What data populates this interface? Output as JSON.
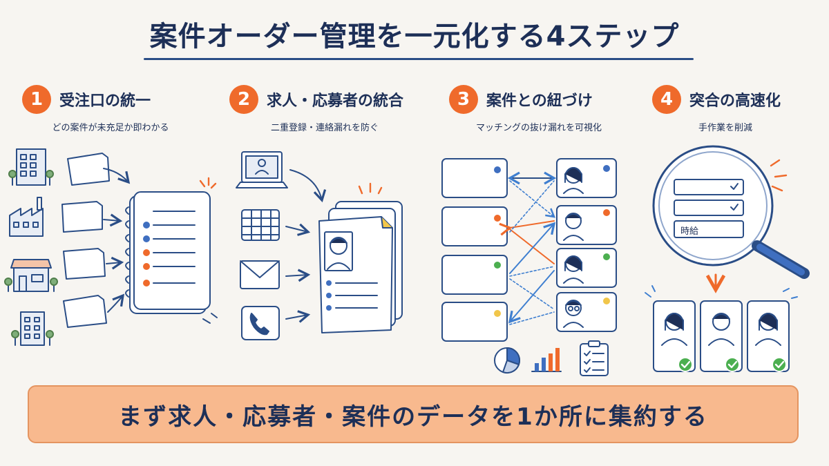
{
  "title": "案件オーダー管理を一元化する4ステップ",
  "steps": [
    {
      "num": "1",
      "title": "受注口の統一",
      "subtitle": "どの案件が未充足か即わかる"
    },
    {
      "num": "2",
      "title": "求人・応募者の統合",
      "subtitle": "二重登録・連絡漏れを防ぐ"
    },
    {
      "num": "3",
      "title": "案件との紐づけ",
      "subtitle": "マッチングの抜け漏れを可視化"
    },
    {
      "num": "4",
      "title": "突合の高速化",
      "subtitle": "手作業を削減"
    }
  ],
  "step4_field_label": "時給",
  "banner": "まず求人・応募者・案件のデータを1か所に集約する",
  "colors": {
    "accent": "#ef6a2b",
    "navy": "#1d2f57",
    "banner": "#f8b98e"
  }
}
